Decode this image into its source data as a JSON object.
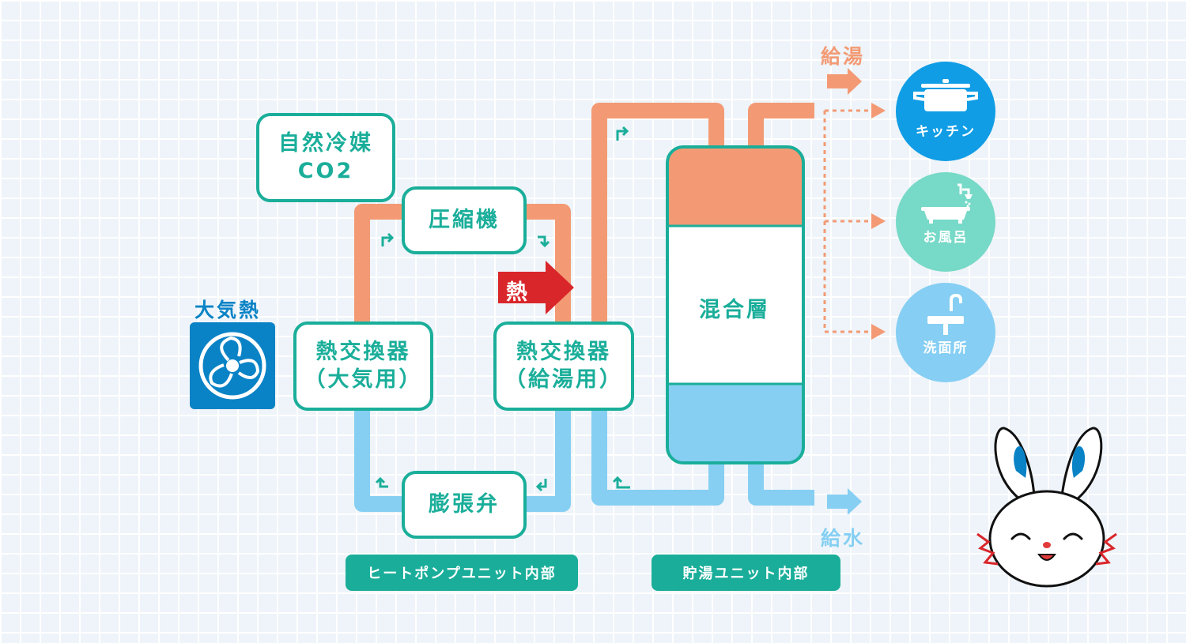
{
  "colors": {
    "teal": "#1aae9a",
    "hot": "#f39a74",
    "cold": "#86cff2",
    "fan_blue": "#0a83c6",
    "heat_red": "#d9262b",
    "kitchen": "#109de5",
    "bath": "#77d9c7",
    "washroom": "#86cef3"
  },
  "refrigerant": {
    "line1": "自然冷媒",
    "line2": "CO2"
  },
  "compressor": "圧縮機",
  "heat_exchanger_air": {
    "line1": "熱交換器",
    "line2": "（大気用）"
  },
  "heat_exchanger_water": {
    "line1": "熱交換器",
    "line2": "（給湯用）"
  },
  "expansion_valve": "膨張弁",
  "heat_label": "熱",
  "atmospheric_heat": {
    "label": "大気熱",
    "icon": "fan-icon"
  },
  "tank": {
    "mixing_layer": "混合層"
  },
  "hot_water_label": "給湯",
  "water_supply_label": "給水",
  "outlets": [
    {
      "label": "キッチン",
      "icon": "pot-icon"
    },
    {
      "label": "お風呂",
      "icon": "bathtub-icon"
    },
    {
      "label": "洗面所",
      "icon": "faucet-icon"
    }
  ],
  "heat_pump_unit_label": "ヒートポンプユニット内部",
  "storage_unit_label": "貯湯ユニット内部",
  "mascot": {
    "icon": "rabbit-mascot-icon"
  }
}
